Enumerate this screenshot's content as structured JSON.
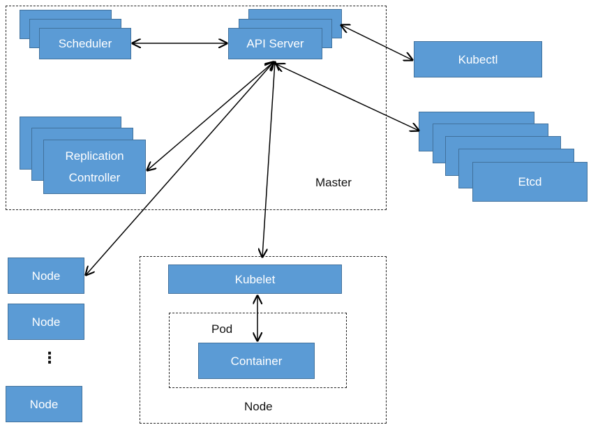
{
  "master": {
    "label": "Master",
    "scheduler": "Scheduler",
    "api_server": "API Server",
    "replication_controller": "Replication\nController"
  },
  "kubectl": "Kubectl",
  "etcd": "Etcd",
  "nodes": {
    "items": [
      "Node",
      "Node",
      "Node"
    ],
    "ellipsis": "⋮"
  },
  "node_detail": {
    "label": "Node",
    "kubelet": "Kubelet",
    "pod_label": "Pod",
    "container": "Container"
  },
  "colors": {
    "box_fill": "#5b9bd5",
    "box_border": "#41719c",
    "arrow": "#000000"
  }
}
